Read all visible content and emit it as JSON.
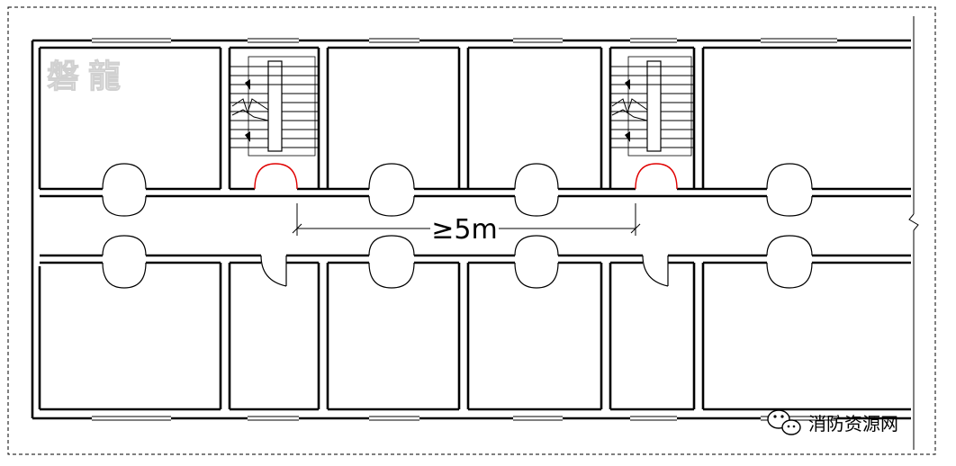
{
  "logo": {
    "text": "磐龍"
  },
  "dimension": {
    "label": "≥5m"
  },
  "watermark": {
    "text": "消防资源网",
    "icon": "wechat-icon"
  },
  "colors": {
    "wall": "#000000",
    "evacuation_door": "#e00000",
    "logo": "#e6e6e6"
  }
}
